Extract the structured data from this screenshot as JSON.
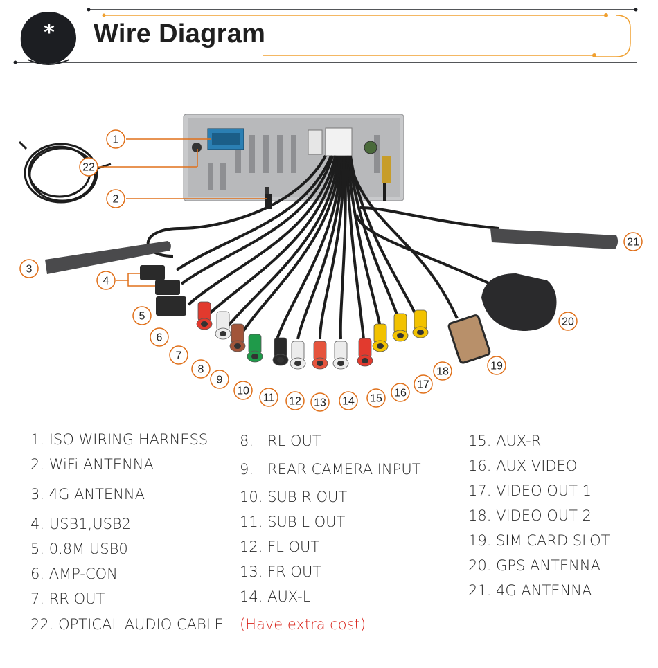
{
  "header": {
    "title": "Wire Diagram",
    "badge_symbol": "*",
    "accent_color": "#f0a030",
    "dark_color": "#1c1e22"
  },
  "callouts": [
    "1",
    "2",
    "3",
    "4",
    "5",
    "6",
    "7",
    "8",
    "9",
    "10",
    "11",
    "12",
    "13",
    "14",
    "15",
    "16",
    "17",
    "18",
    "19",
    "20",
    "21",
    "22"
  ],
  "legend": {
    "col1": [
      "1. ISO WIRING HARNESS",
      "2. WiFi ANTENNA",
      "3. 4G ANTENNA",
      "4. USB1,USB2",
      "5. 0.8M USB0",
      "6. AMP-CON",
      "7. RR OUT",
      "22. OPTICAL AUDIO CABLE"
    ],
    "col2": [
      "8.   RL OUT",
      "9.   REAR CAMERA INPUT",
      "10. SUB R OUT",
      "11. SUB L OUT",
      "12. FL OUT",
      "13. FR OUT",
      "14. AUX-L"
    ],
    "col3": [
      "15. AUX-R",
      "16. AUX VIDEO",
      "17. VIDEO OUT 1",
      "18. VIDEO OUT 2",
      "19. SIM CARD SLOT",
      "20. GPS ANTENNA",
      "21. 4G ANTENNA"
    ],
    "extra_cost_note": "(Have extra cost)",
    "note_color": "#d9241b"
  },
  "rca_colors": [
    "#e23a2e",
    "#ececec",
    "#a2553a",
    "#1f9a4a",
    "#2a2a2a",
    "#ececec",
    "#e5543d",
    "#ececec",
    "#e23a2e",
    "#f2c200",
    "#f2c200",
    "#f2c200"
  ]
}
